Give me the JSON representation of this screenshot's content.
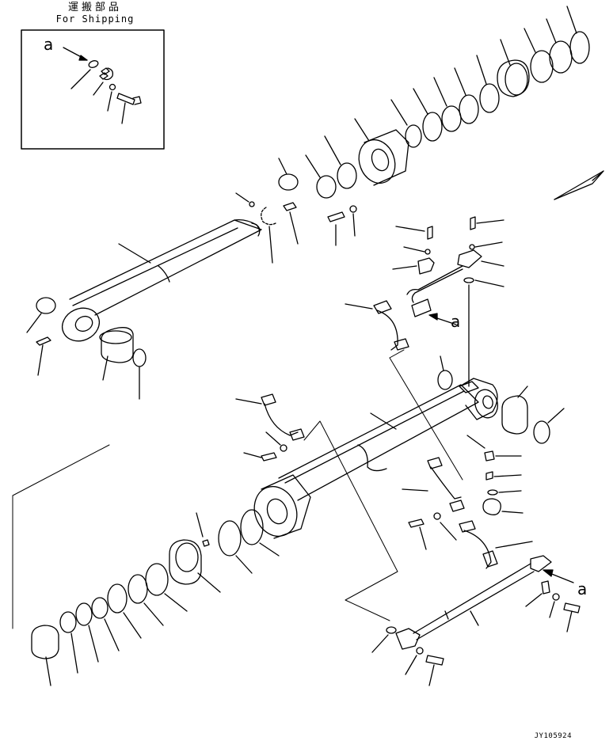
{
  "header": {
    "title_japanese": "運搬部品",
    "title_english": "For Shipping"
  },
  "detail_label": "a",
  "drawing_code": "JY105924"
}
